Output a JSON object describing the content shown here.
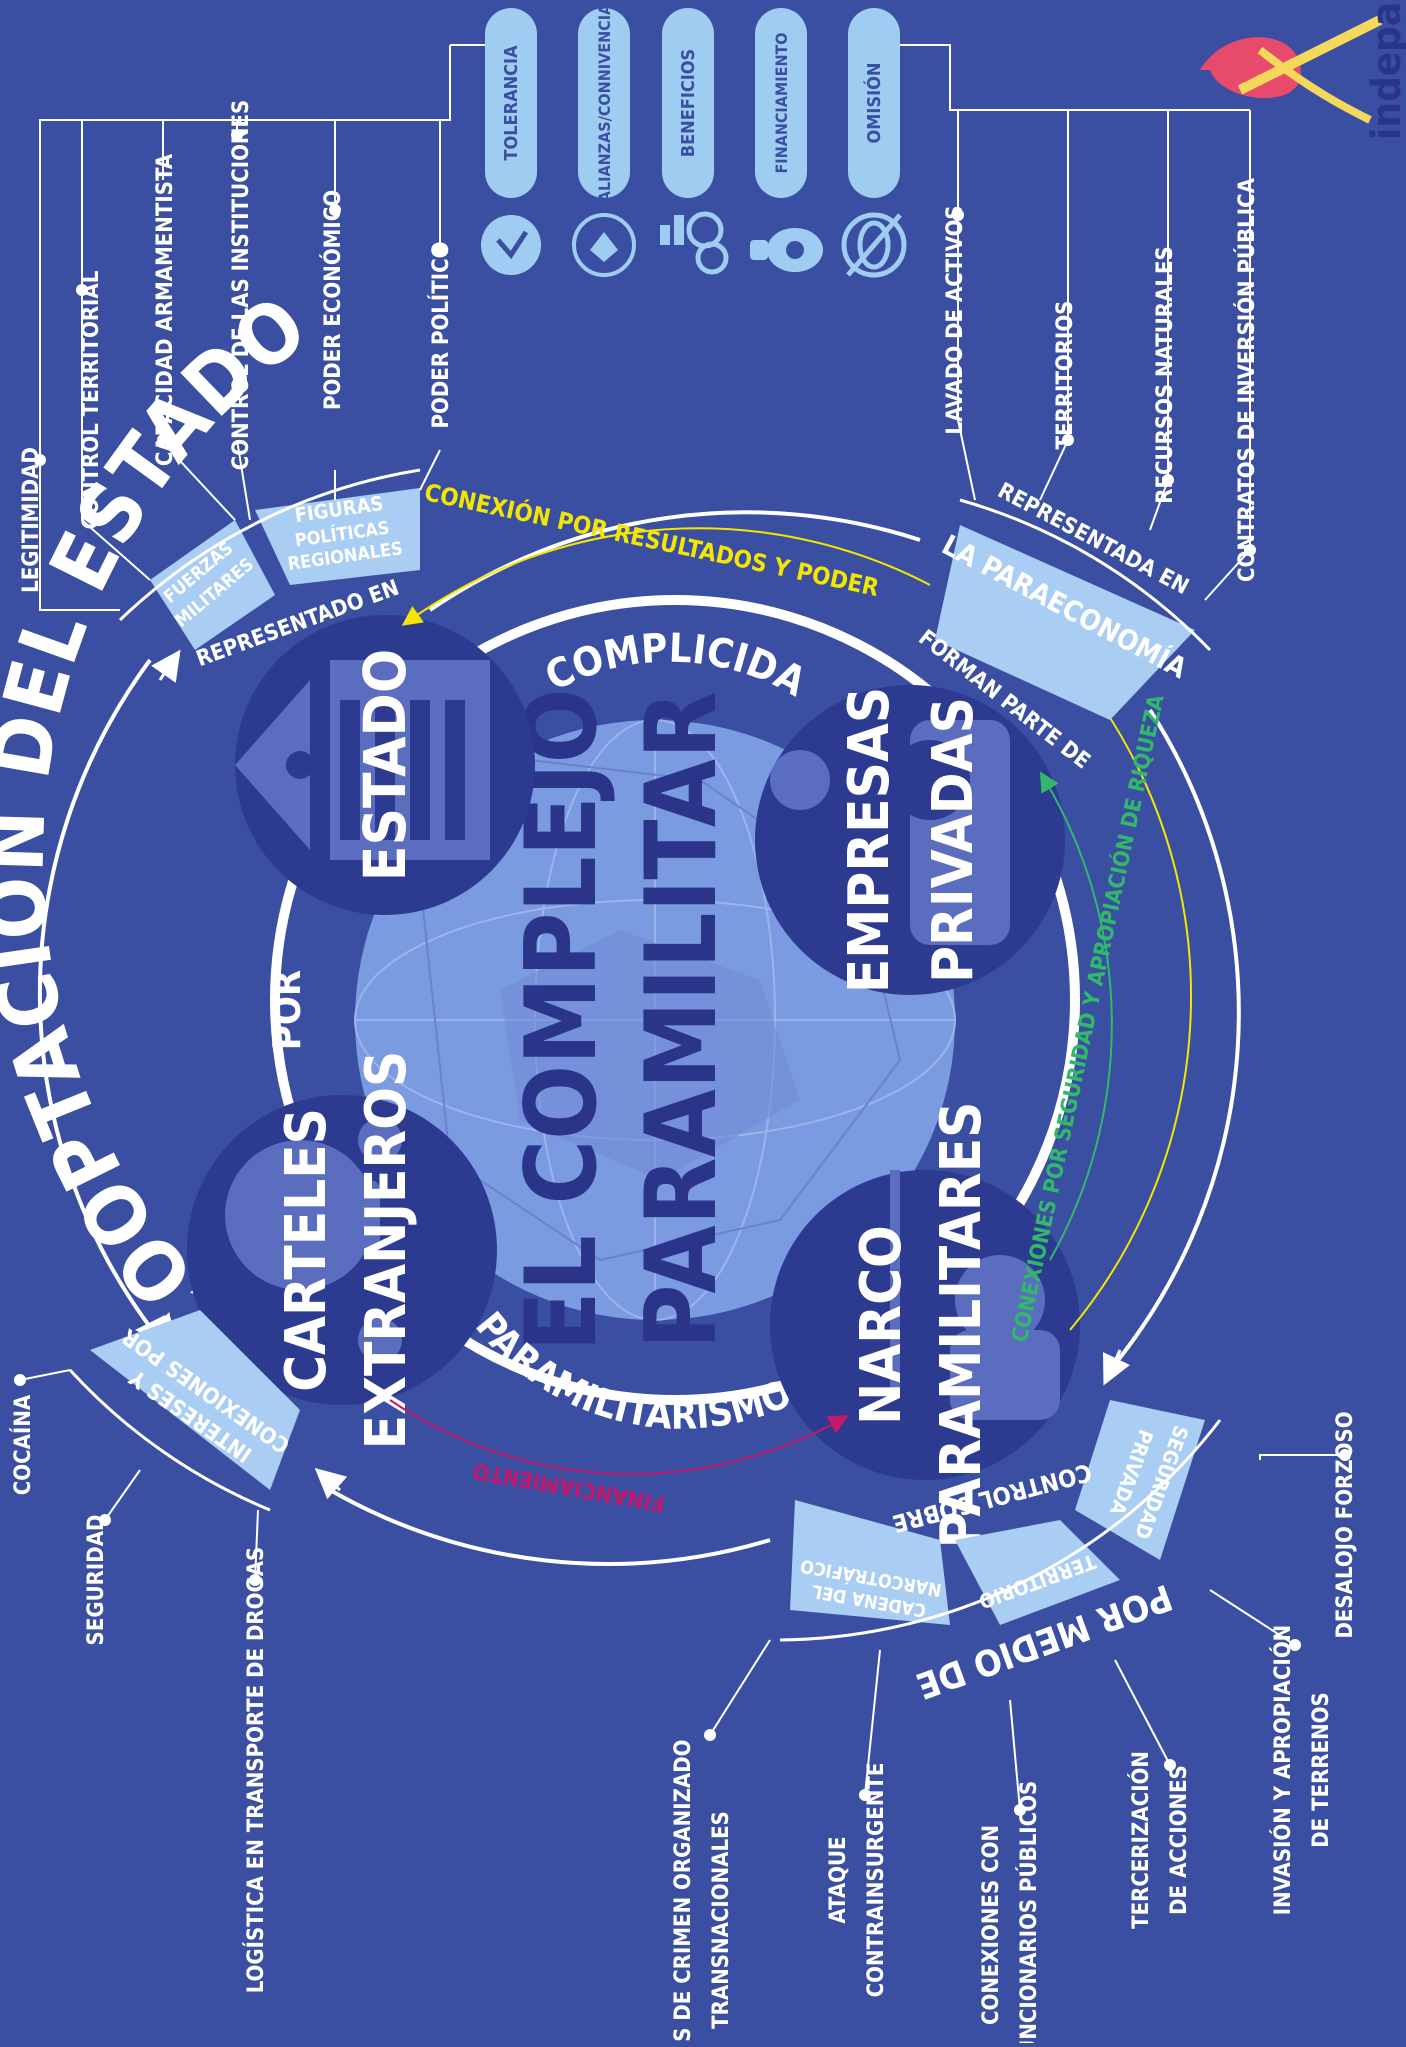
{
  "title": {
    "line1": "EL COMPLEJO",
    "line2": "PARAMILITAR"
  },
  "colors": {
    "background": "#3a4fa1",
    "node": "#2c3a8f",
    "node_icon": "#5a6dbf",
    "globe": "#7b9be0",
    "pill": "#9fcdf2",
    "pill_text": "#3a4fa1",
    "panel": "#a9cdf3",
    "yellow": "#f3e600",
    "green": "#31b86a",
    "magenta": "#c2186d"
  },
  "nodes": {
    "estado": "ESTADO",
    "empresas": {
      "line1": "EMPRESAS",
      "line2": "PRIVADAS"
    },
    "narco": {
      "line1": "NARCO",
      "line2": "PARAMILITARES"
    },
    "carteles": {
      "line1": "CARTELES",
      "line2": "EXTRANJEROS"
    }
  },
  "inner_labels": {
    "complicidad": "COMPLICIDAD",
    "paramilitarismo": "PARAMILITARISMO",
    "por": "POR"
  },
  "connections": {
    "resultados": "CONEXIÓN POR RESULTADOS Y PODER",
    "seguridad": "CONEXIONES POR SEGURIDAD Y APROPIACIÓN DE RIQUEZA",
    "financiamiento": "FINANCIAMIENTO"
  },
  "panels": {
    "fuerzas": {
      "line1": "FUERZAS",
      "line2": "MILITARES"
    },
    "figuras": {
      "line1": "FIGURAS",
      "line2": "POLÍTICAS",
      "line3": "REGIONALES"
    },
    "representado_en": "REPRESENTADO EN",
    "paraeconomia": "LA PARAECONOMÍA",
    "representada_en": "REPRESENTADA EN",
    "forman_parte_de": "FORMAN PARTE DE",
    "seguridad_privada": {
      "line1": "SEGURIDAD",
      "line2": "PRIVADA"
    },
    "territorio": "TERRITORIO",
    "cadena": {
      "line1": "CADENA DEL",
      "line2": "NARCOTRÁFICO"
    },
    "control_sobre": "CONTROL SOBRE",
    "por_medio_de": "POR MEDIO DE",
    "intereses": {
      "line1": "INTERESES Y",
      "line2": "CONEXIONES POR"
    }
  },
  "outer_arc_text": "COOPTACIÓN DEL ESTADO",
  "estado_items": [
    "LEGITIMIDAD",
    "CONTROL TERRITORIAL",
    "CAPACIDAD ARMAMENTISTA",
    "CONTROL DE LAS INSTITUCIONES",
    "PODER ECONÓMICO",
    "PODER POLÍTICO"
  ],
  "pills": [
    {
      "label": "TOLERANCIA",
      "icon": "heart-hand-icon"
    },
    {
      "label": "ALIANZAS/CONNIVENCIA",
      "icon": "handshake-icon"
    },
    {
      "label": "BENEFICIOS",
      "icon": "growth-gears-icon"
    },
    {
      "label": "FINANCIAMIENTO",
      "icon": "money-bag-icon"
    },
    {
      "label": "OMISIÓN",
      "icon": "eye-slash-icon"
    }
  ],
  "paraeconomia_items": [
    "LAVADO DE ACTIVOS",
    "TERRITORIOS",
    "RECURSOS NATURALES",
    "CONTRATOS DE INVERSIÓN PÚBLICA"
  ],
  "medio_items": [
    {
      "line1": "REDES DE CRIMEN ORGANIZADO",
      "line2": "TRANSNACIONALES"
    },
    {
      "line1": "ATAQUE",
      "line2": "CONTRAINSURGENTE"
    },
    {
      "line1": "CONEXIONES CON",
      "line2": "FUNCIONARIOS PÚBLICOS"
    },
    {
      "line1": "TERCERIZACIÓN",
      "line2": "DE ACCIONES"
    },
    {
      "line1": "INVASIÓN Y APROPIACIÓN",
      "line2": "DE TERRENOS"
    },
    {
      "line1": "DESALOJO FORZOSO",
      "line2": ""
    }
  ],
  "carteles_items": [
    "COCAÍNA",
    "SEGURIDAD",
    "LOGÍSTICA EN TRANSPORTE DE DROGAS"
  ],
  "logo_text": "indepaz"
}
